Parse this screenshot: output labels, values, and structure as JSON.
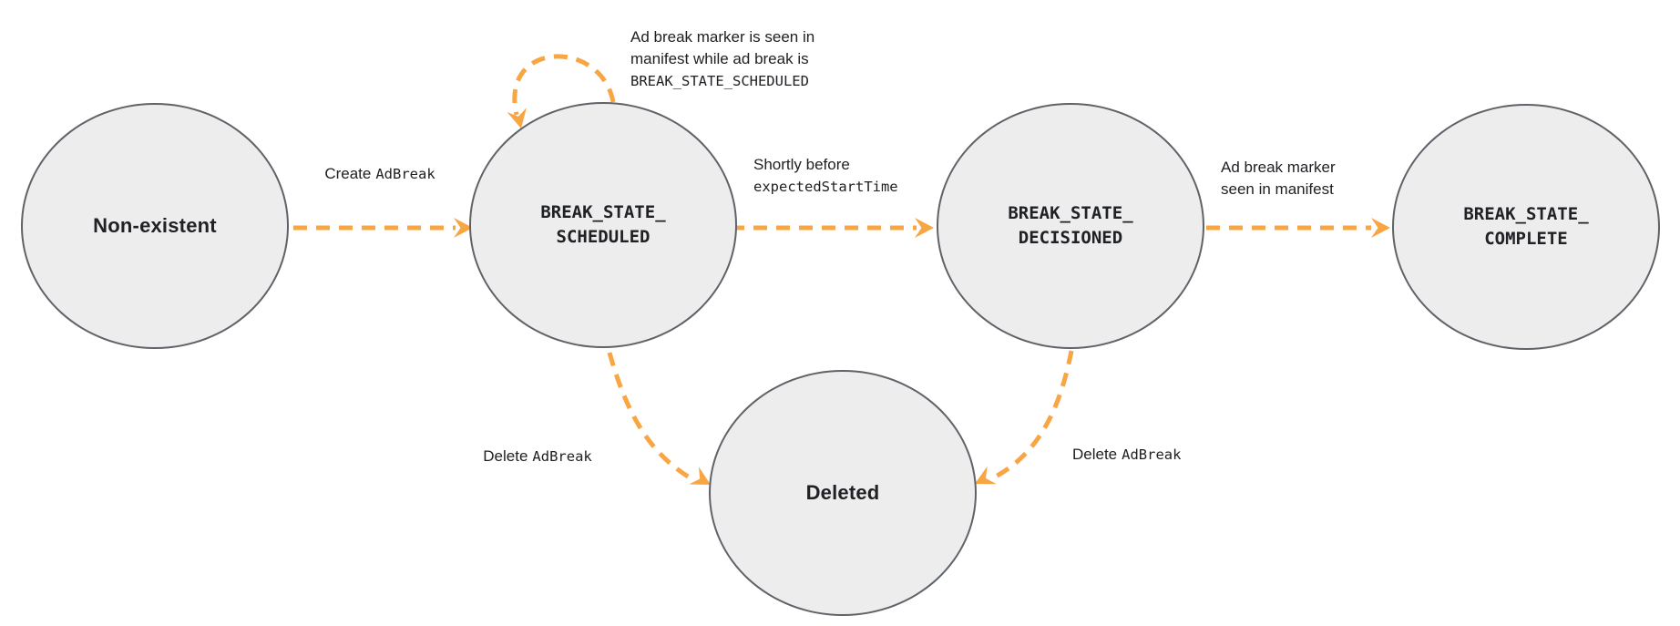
{
  "colors": {
    "accent_orange": "#F8A543",
    "node_fill": "#ededee",
    "node_border": "#5f6368",
    "text": "#202124"
  },
  "nodes": {
    "non_existent": {
      "label": "Non-existent"
    },
    "scheduled": {
      "line1": "BREAK_STATE_",
      "line2": "SCHEDULED"
    },
    "decisioned": {
      "line1": "BREAK_STATE_",
      "line2": "DECISIONED"
    },
    "complete": {
      "line1": "BREAK_STATE_",
      "line2": "COMPLETE"
    },
    "deleted": {
      "label": "Deleted"
    }
  },
  "edges": {
    "create": {
      "text": "Create",
      "code": "AdBreak"
    },
    "self_loop": {
      "line1": "Ad break marker is seen in",
      "line2": "manifest while ad break is",
      "code": "BREAK_STATE_SCHEDULED"
    },
    "shortly": {
      "text": "Shortly before",
      "code": "expectedStartTime"
    },
    "marker_seen": {
      "line1": "Ad break marker",
      "line2": "seen in manifest"
    },
    "delete_from_scheduled": {
      "text": "Delete",
      "code": "AdBreak"
    },
    "delete_from_decisioned": {
      "text": "Delete",
      "code": "AdBreak"
    }
  }
}
